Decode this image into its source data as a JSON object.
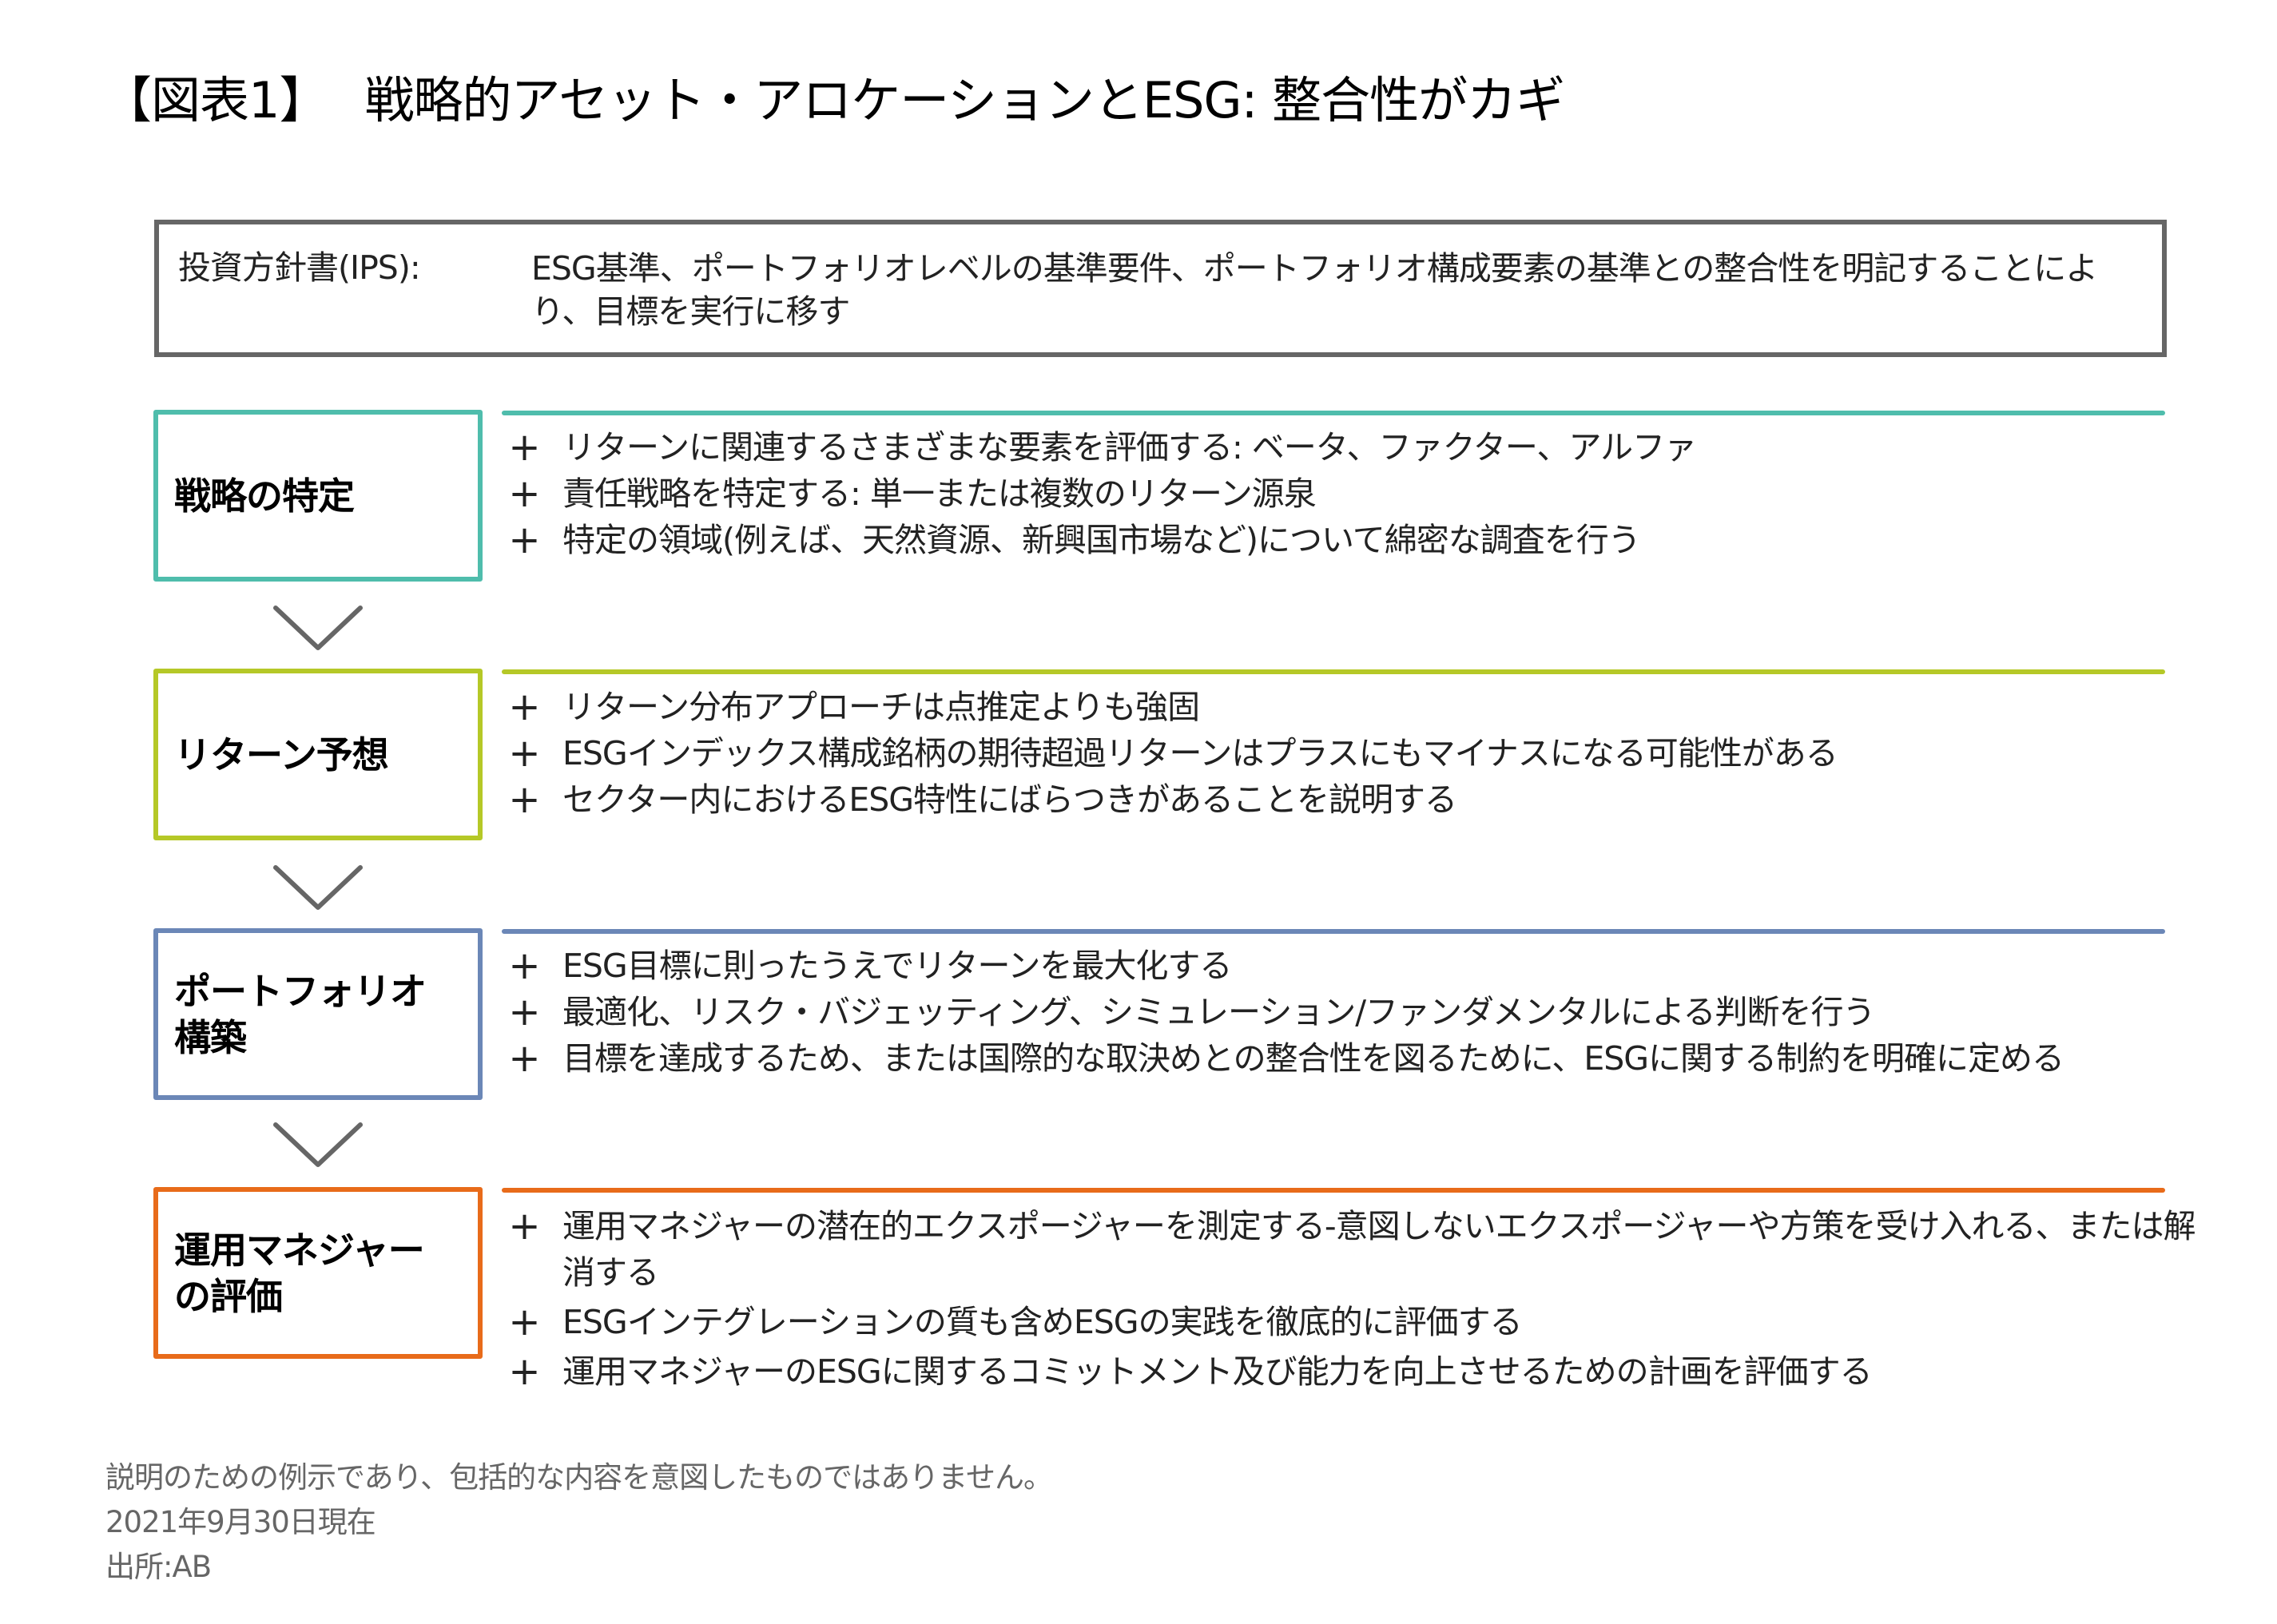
{
  "title": {
    "prefix": "【図表1】",
    "text": "戦略的アセット・アロケーションとESG: 整合性がカギ"
  },
  "ips": {
    "label": "投資方針書(IPS):",
    "text": "ESG基準、ポートフォリオレベルの基準要件、ポートフォリオ構成要素の基準との整合性を明記することにより、目標を実行に移す"
  },
  "colors": {
    "step1": "#4FBDAC",
    "step2": "#B5C827",
    "step3": "#6B87B7",
    "step4": "#E86B1A",
    "chevron": "#666666",
    "ips_border": "#666666"
  },
  "steps": [
    {
      "label": "戦略の特定",
      "bullets": [
        "リターンに関連するさまざまな要素を評価する: ベータ、ファクター、アルファ",
        "責任戦略を特定する: 単一または複数のリターン源泉",
        "特定の領域(例えば、天然資源、新興国市場など)について綿密な調査を行う"
      ]
    },
    {
      "label": "リターン予想",
      "bullets": [
        "リターン分布アプローチは点推定よりも強固",
        "ESGインデックス構成銘柄の期待超過リターンはプラスにもマイナスになる可能性がある",
        "セクター内におけるESG特性にばらつきがあることを説明する"
      ]
    },
    {
      "label": "ポートフォリオ\n構築",
      "bullets": [
        "ESG目標に則ったうえでリターンを最大化する",
        "最適化、リスク・バジェッティング、シミュレーション/ファンダメンタルによる判断を行う",
        "目標を達成するため、または国際的な取決めとの整合性を図るために、ESGに関する制約を明確に定める"
      ]
    },
    {
      "label": "運用マネジャー\nの評価",
      "bullets": [
        "運用マネジャーの潜在的エクスポージャーを測定する-意図しないエクスポージャーや方策を受け入れる、または解消する",
        "ESGインテグレーションの質も含めESGの実践を徹底的に評価する",
        "運用マネジャーのESGに関するコミットメント及び能力を向上させるための計画を評価する"
      ]
    }
  ],
  "bullet_symbol": "+",
  "footer": {
    "note": "説明のための例示であり、包括的な内容を意図したものではありません。",
    "date": "2021年9月30日現在",
    "source": "出所:AB"
  }
}
